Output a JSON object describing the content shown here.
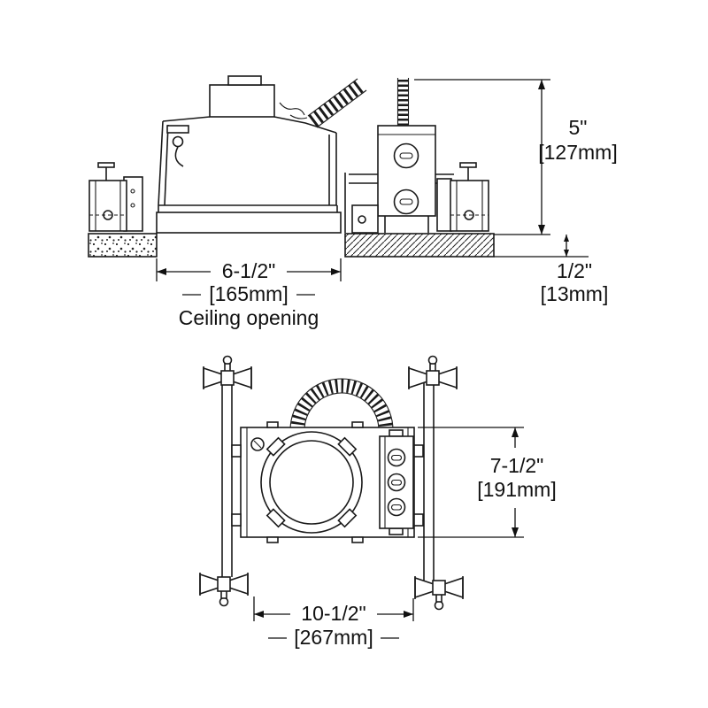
{
  "side_view": {
    "height": {
      "inches": "5\"",
      "mm": "[127mm]"
    },
    "ceiling_opening": {
      "inches": "6-1/2\"",
      "mm": "[165mm]",
      "caption": "Ceiling opening"
    },
    "ceiling_thickness": {
      "inches": "1/2\"",
      "mm": "[13mm]"
    }
  },
  "plan_view": {
    "depth": {
      "inches": "7-1/2\"",
      "mm": "[191mm]"
    },
    "width": {
      "inches": "10-1/2\"",
      "mm": "[267mm]"
    }
  },
  "colors": {
    "line_color": "#1a1a1a",
    "background": "#ffffff"
  }
}
